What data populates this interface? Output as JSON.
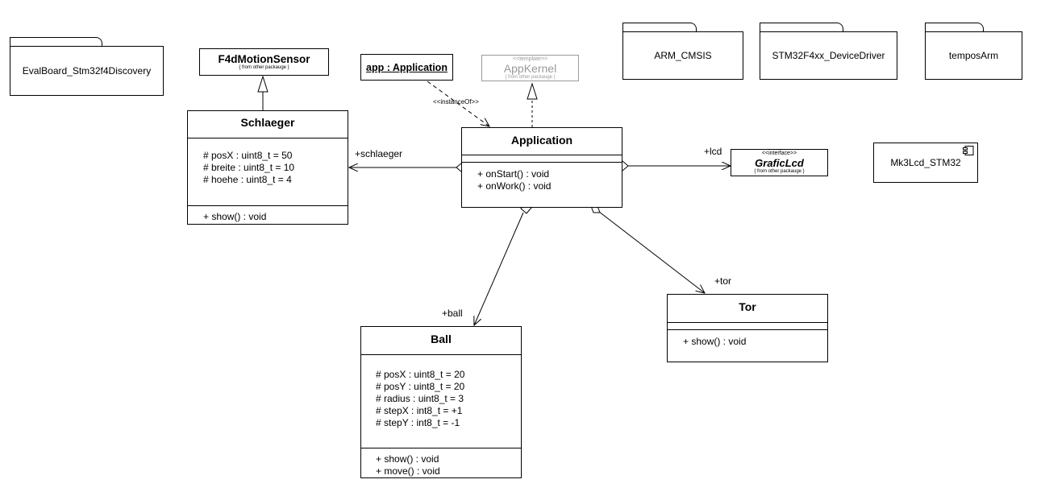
{
  "packages": {
    "evalboard": "EvalBoard_Stm32f4Discovery",
    "arm_cmsis": "ARM_CMSIS",
    "stm32f4xx": "STM32F4xx_DeviceDriver",
    "tempos": "temposArm"
  },
  "component": {
    "name": "Mk3Lcd_STM32"
  },
  "f4d": {
    "name": "F4dMotionSensor",
    "note": "{ from other packauge }"
  },
  "app_instance": {
    "name": "app : Application"
  },
  "appkernel": {
    "stereotype": "<<template>>",
    "name": "AppKernel",
    "note": "{ from other packauge }"
  },
  "graficlcd": {
    "stereotype": "<<interface>>",
    "name": "GraficLcd",
    "note": "{ from other packauge }"
  },
  "schlaeger": {
    "name": "Schlaeger",
    "attributes": [
      "# posX : uint8_t = 50",
      "# breite : uint8_t = 10",
      "# hoehe : uint8_t = 4"
    ],
    "operations": [
      "+ show() : void"
    ]
  },
  "application": {
    "name": "Application",
    "operations": [
      "+ onStart() : void",
      "+ onWork() : void"
    ]
  },
  "ball": {
    "name": "Ball",
    "attributes": [
      "# posX : uint8_t = 20",
      "# posY : uint8_t = 20",
      "# radius : uint8_t = 3",
      "# stepX : int8_t = +1",
      "# stepY : int8_t = -1"
    ],
    "operations": [
      "+ show() : void",
      "+ move() : void"
    ]
  },
  "tor": {
    "name": "Tor",
    "operations": [
      "+ show() : void"
    ]
  },
  "relations": {
    "instance_of": "<<instanceOf>>",
    "schlaeger_role": "+schlaeger",
    "lcd_role": "+lcd",
    "ball_role": "+ball",
    "tor_role": "+tor"
  }
}
